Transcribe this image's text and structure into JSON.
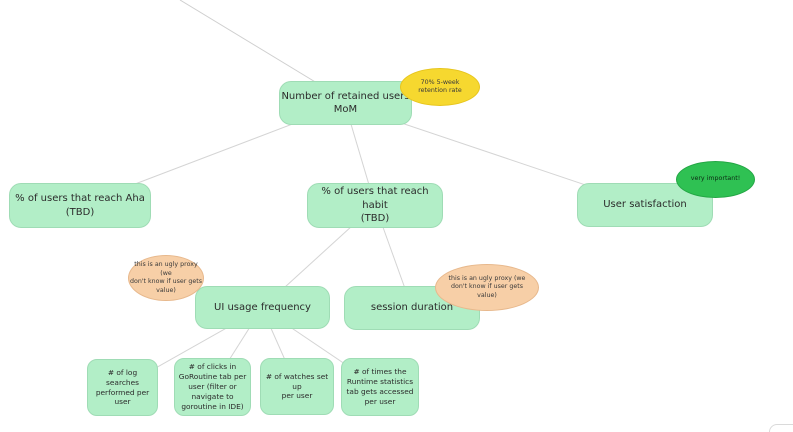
{
  "nodes": {
    "root": "Number of retained users\nMoM",
    "aha": "% of users that reach Aha\n(TBD)",
    "habit": "% of users that reach habit\n(TBD)",
    "satisfaction": "User satisfaction",
    "ui_usage": "UI usage frequency",
    "session": "session duration",
    "log_searches": "# of log searches\nperformed per\nuser",
    "goroutine_clicks": "# of clicks in\nGoRoutine tab per\nuser (filter or\nnavigate to\ngoroutine in IDE)",
    "watches": "# of watches set up\nper user",
    "runtime_stats": "# of times the\nRuntime statistics\ntab gets accessed\nper user"
  },
  "stickies": {
    "retention_rate": "70% 5-week\nretention rate",
    "very_important": "very important!",
    "proxy_ui": "this is an ugly proxy (we\ndon't know if user gets\nvalue)",
    "proxy_session": "this is an ugly proxy (we\ndon't know if user gets\nvalue)"
  },
  "colors": {
    "node_fill": "#b2eec7",
    "connector": "#d0d0d0",
    "sticky_yellow": "#f6d82f",
    "sticky_peach": "#f7cfa7",
    "sticky_green": "#2fc153"
  }
}
